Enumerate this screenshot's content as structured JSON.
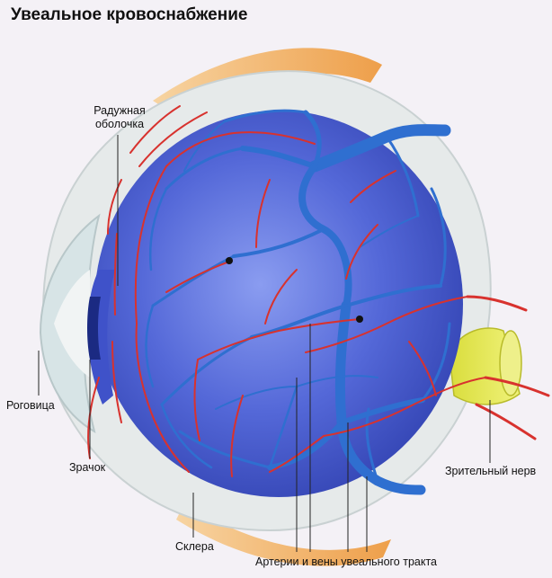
{
  "title": "Увеальное кровоснабжение",
  "labels": {
    "iris_line1": "Радужная",
    "iris_line2": "оболочка",
    "cornea": "Роговица",
    "pupil": "Зрачок",
    "sclera": "Склера",
    "uveal_vessels": "Артерии и вены увеального тракта",
    "optic_nerve": "Зрительный нерв"
  },
  "colors": {
    "background": "#f4f1f6",
    "choroid": "#5a6fd6",
    "vein": "#2f6fd0",
    "artery": "#d8322e",
    "sclera": "#e6eaea",
    "sclera_orange": "#f2b46a",
    "optic_nerve": "#e2e64a"
  }
}
